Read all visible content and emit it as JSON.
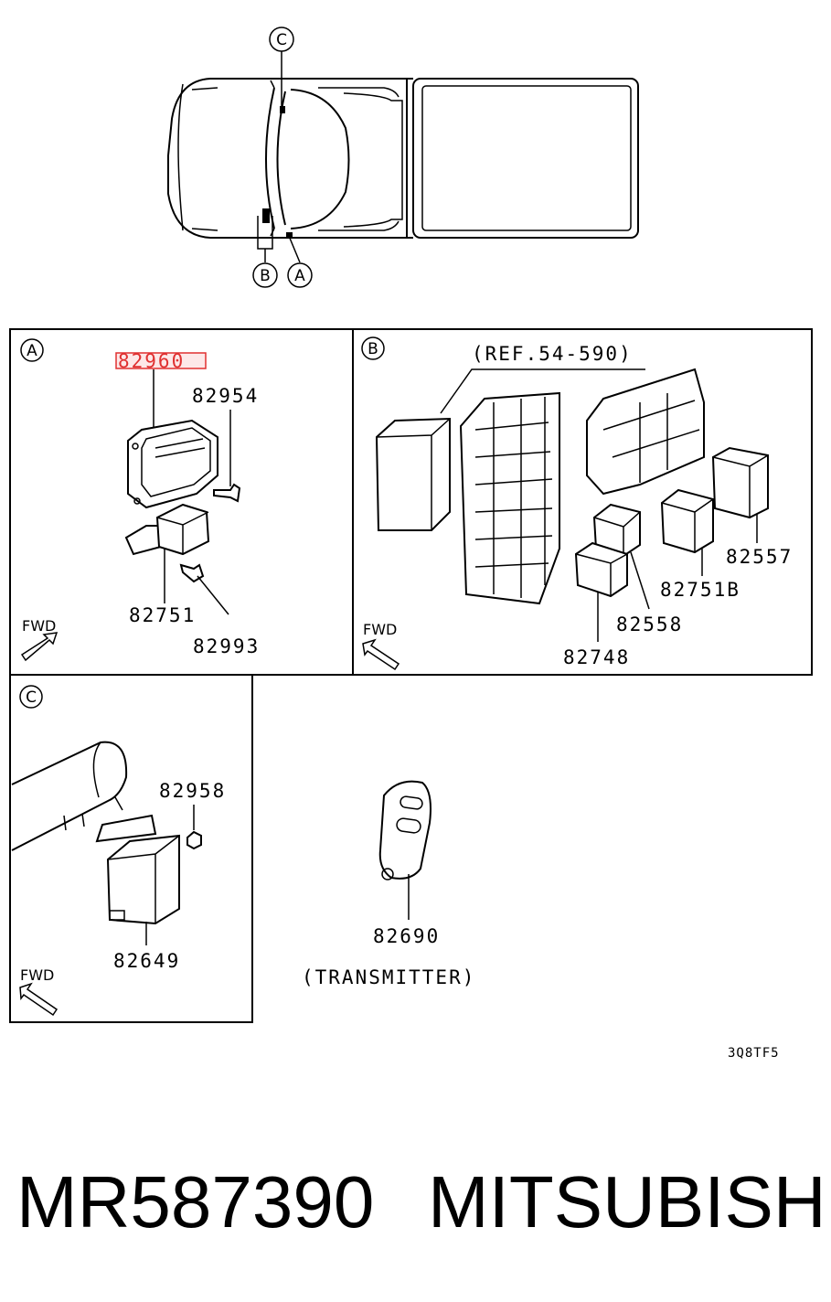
{
  "truck_callouts": {
    "c": "C",
    "b": "B",
    "a": "A"
  },
  "section_a": {
    "letter": "A",
    "highlighted_part": "82960",
    "parts": [
      "82954",
      "82751",
      "82993"
    ],
    "fwd": "FWD"
  },
  "section_b": {
    "letter": "B",
    "reference": "(REF.54-590)",
    "parts": [
      "82557",
      "82751B",
      "82558",
      "82748"
    ],
    "fwd": "FWD"
  },
  "section_c": {
    "letter": "C",
    "parts": [
      "82958",
      "82649"
    ],
    "fwd": "FWD"
  },
  "transmitter": {
    "part": "82690",
    "caption": "(TRANSMITTER)"
  },
  "diagram_code": "3Q8TF5",
  "footer": {
    "part_number": "MR587390",
    "brand": "MITSUBISHI"
  },
  "colors": {
    "highlight": "#e03030",
    "ink": "#000000"
  }
}
